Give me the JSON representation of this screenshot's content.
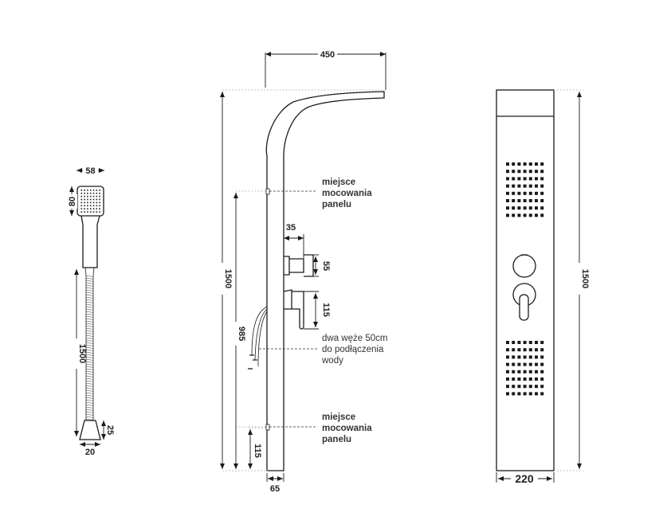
{
  "dimensions": {
    "handshower_width": "58",
    "handshower_height": "80",
    "hose_length": "1500",
    "holder_height": "25",
    "holder_width": "20",
    "panel_depth_top": "450",
    "panel_height_side": "1500",
    "mount_height": "985",
    "valve_depth": "35",
    "knob_height": "55",
    "lever_height": "115",
    "bottom_mount_offset": "115",
    "panel_depth_bottom": "65",
    "panel_height_front": "1500",
    "panel_width": "220"
  },
  "labels": {
    "mount_top": [
      "miejsce",
      "mocowania",
      "panelu"
    ],
    "hoses": [
      "dwa węże 50cm",
      "do podłączenia",
      "wody"
    ],
    "mount_bottom": [
      "miejsce",
      "mocowania",
      "panelu"
    ]
  }
}
